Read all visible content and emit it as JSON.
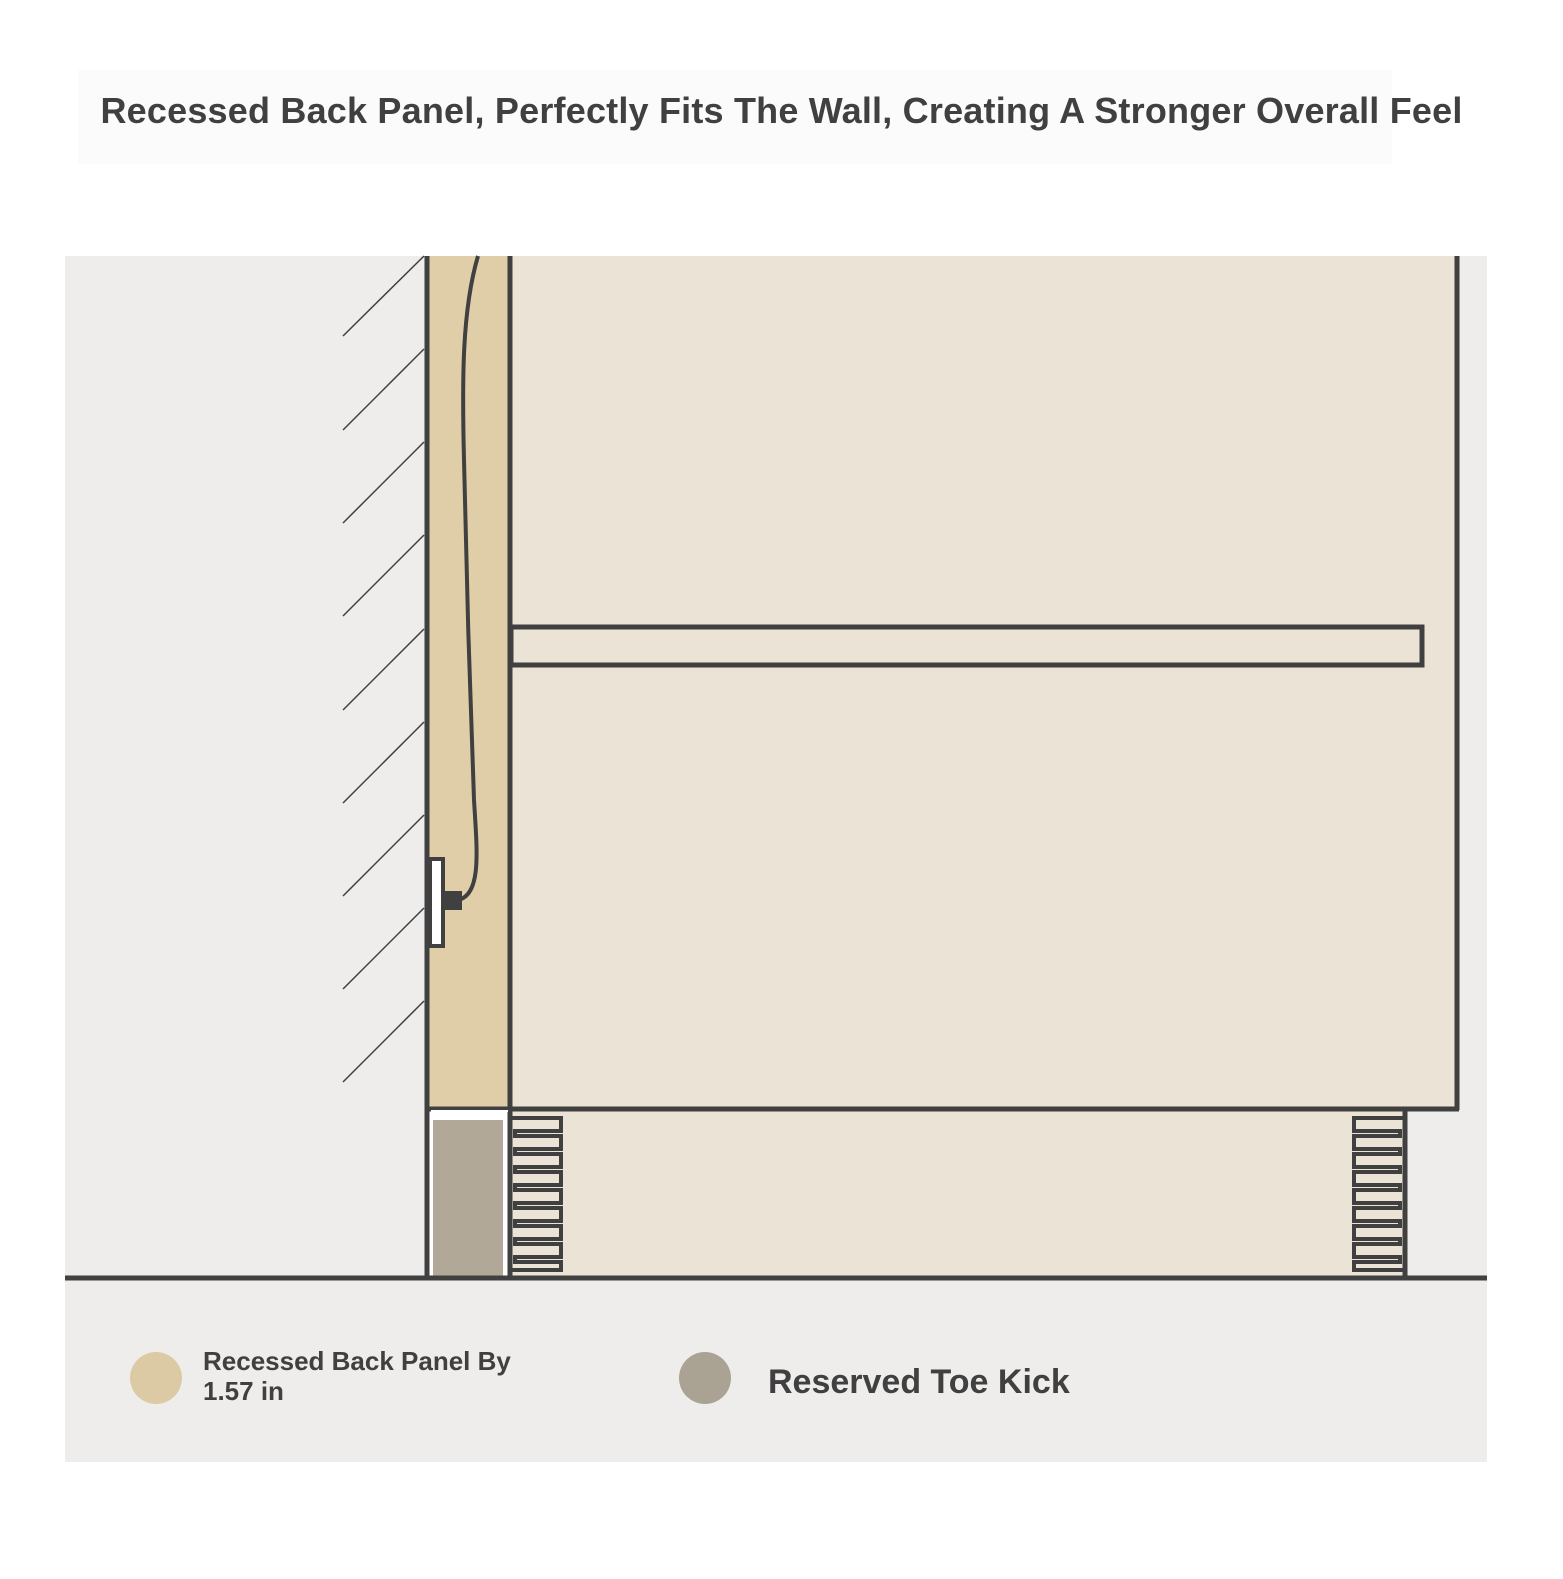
{
  "title": "Recessed Back Panel, Perfectly Fits The Wall, Creating A Stronger Overall Feel",
  "legend": [
    {
      "label": "Recessed Back Panel By",
      "sublabel": "1.57 in",
      "color": "#dccaa4"
    },
    {
      "label": "Reserved Toe Kick",
      "color": "#aaa292"
    }
  ],
  "colors": {
    "background": "#eeedeb",
    "cabinet_fill": "#ebe3d6",
    "back_panel_fill": "#e0cea9",
    "toe_kick_fill": "#b2a898",
    "outline": "#404040"
  }
}
